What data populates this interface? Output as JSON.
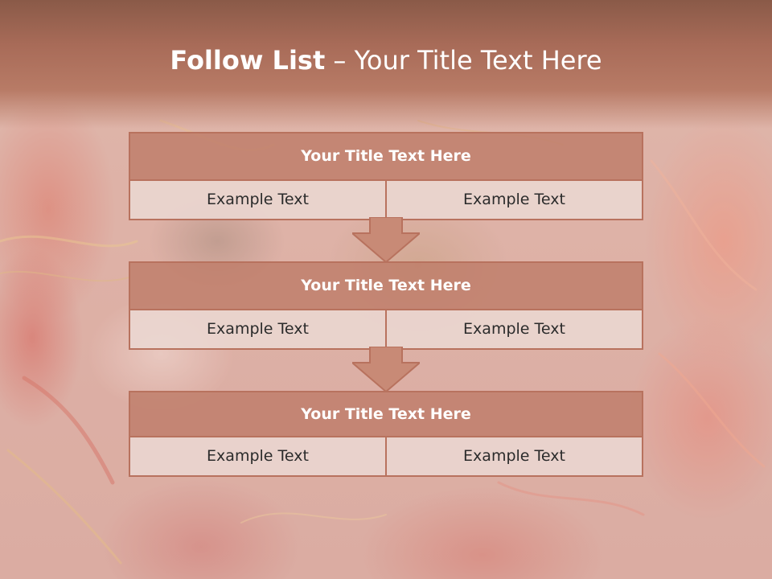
{
  "slide": {
    "title_bold": "Follow List",
    "title_rest": " – Your Title Text Here"
  },
  "blocks": [
    {
      "title": "Your Title Text Here",
      "left": "Example Text",
      "right": "Example Text"
    },
    {
      "title": "Your Title Text Here",
      "left": "Example Text",
      "right": "Example Text"
    },
    {
      "title": "Your Title Text Here",
      "left": "Example Text",
      "right": "Example Text"
    }
  ],
  "colors": {
    "banner": "#a86b58",
    "box_header": "#be7d69",
    "box_border": "#b8725e",
    "box_cell": "#ebd7d2",
    "arrow_fill": "#c88a76"
  }
}
